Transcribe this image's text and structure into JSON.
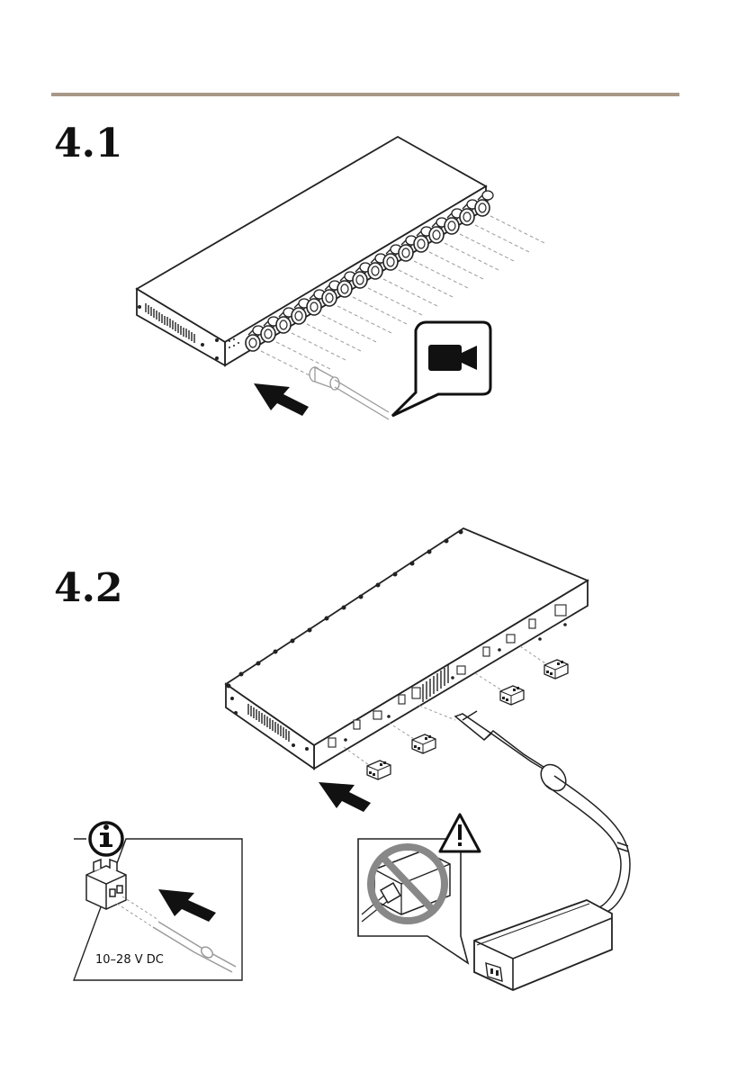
{
  "steps": [
    {
      "number": "4.1"
    },
    {
      "number": "4.2"
    }
  ],
  "info_box": {
    "label": "10–28 V DC"
  },
  "icons": [
    "camera-icon",
    "info-icon",
    "warning-icon",
    "no-unplug-icon",
    "arrow-icon"
  ],
  "colors": {
    "header_rule": "#a89888",
    "line": "#222222",
    "light_line": "#9a9a9a",
    "prohibit": "#888888"
  }
}
